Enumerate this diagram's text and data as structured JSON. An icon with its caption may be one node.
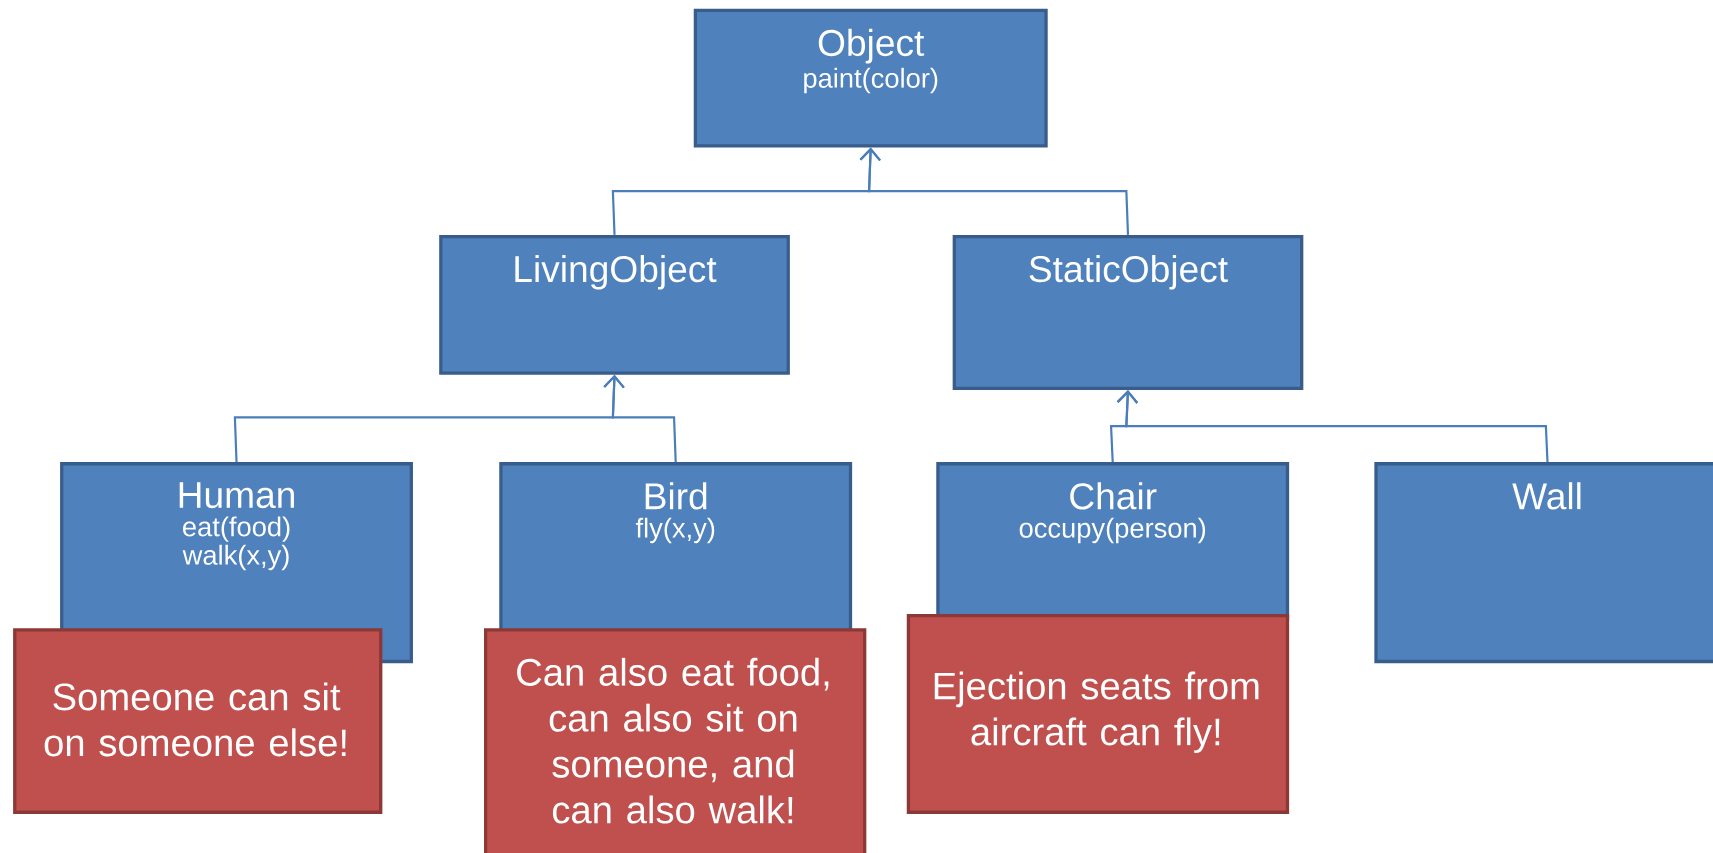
{
  "diagram": {
    "nodes": [
      {
        "text": [
          "Object",
          "paint(color)"
        ]
      },
      {
        "text": [
          "LivingObject"
        ]
      },
      {
        "text": [
          "StaticObject"
        ]
      },
      {
        "text": [
          "Human",
          "eat(food)",
          "walk(x,y)"
        ]
      },
      {
        "text": [
          "Bird",
          "fly(x,y)"
        ]
      },
      {
        "text": [
          "Chair",
          "occupy(person)"
        ]
      },
      {
        "text": [
          "Wall"
        ]
      },
      {
        "text": [
          "Someone can sit on someone else!"
        ]
      },
      {
        "text": [
          "Can also eat food, can also sit on someone, and can also walk!"
        ]
      },
      {
        "text": [
          "Ejection seats from aircraft can fly!"
        ]
      }
    ],
    "edges": [
      {
        "from": 1,
        "to": 0,
        "arrow": "to"
      },
      {
        "from": 2,
        "to": 0,
        "arrow": "to"
      },
      {
        "from": 3,
        "to": 1,
        "arrow": "to"
      },
      {
        "from": 4,
        "to": 1,
        "arrow": "to"
      },
      {
        "from": 5,
        "to": 2,
        "arrow": "to"
      },
      {
        "from": 6,
        "to": 2,
        "arrow": "to"
      }
    ]
  }
}
